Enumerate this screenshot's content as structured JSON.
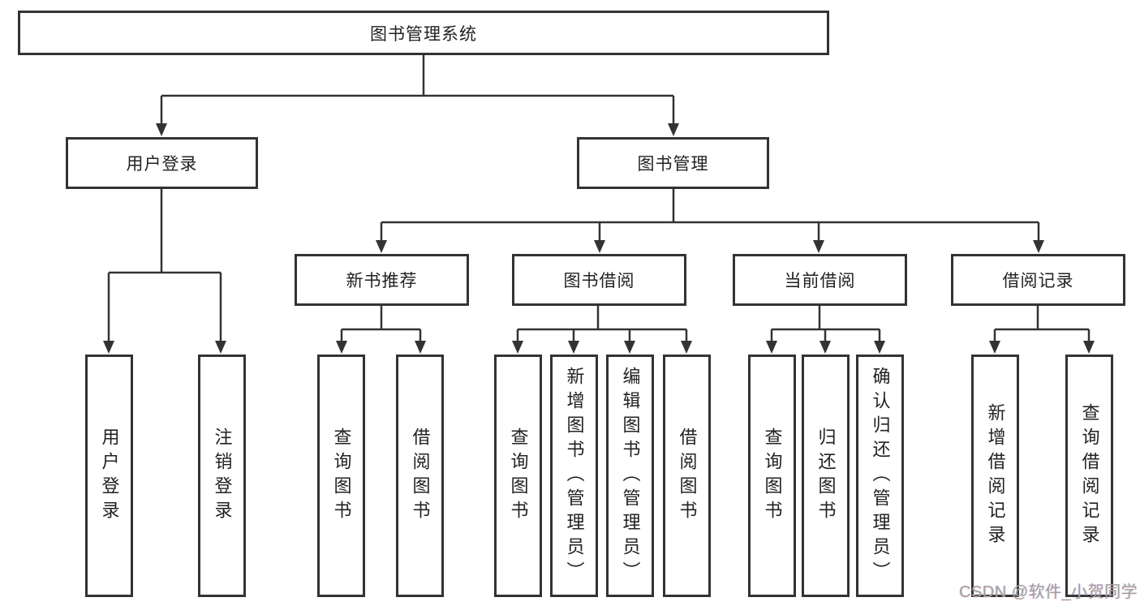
{
  "diagram": {
    "root": {
      "label": "图书管理系统"
    },
    "level2": [
      {
        "label": "用户登录"
      },
      {
        "label": "图书管理"
      }
    ],
    "level3": [
      {
        "label": "新书推荐"
      },
      {
        "label": "图书借阅"
      },
      {
        "label": "当前借阅"
      },
      {
        "label": "借阅记录"
      }
    ],
    "leaves": {
      "user_login": [
        {
          "label": "用户登录"
        },
        {
          "label": "注销登录"
        }
      ],
      "new_book_recommend": [
        {
          "label": "查询图书"
        },
        {
          "label": "借阅图书"
        }
      ],
      "book_borrow": [
        {
          "label": "查询图书"
        },
        {
          "label": "新增图书（管理员）"
        },
        {
          "label": "编辑图书（管理员）"
        },
        {
          "label": "借阅图书"
        }
      ],
      "current_borrow": [
        {
          "label": "查询图书"
        },
        {
          "label": "归还图书"
        },
        {
          "label": "确认归还（管理员）"
        }
      ],
      "borrow_records": [
        {
          "label": "新增借阅记录"
        },
        {
          "label": "查询借阅记录"
        }
      ]
    }
  },
  "watermark": {
    "text": "CSDN @软件_小贺同学"
  },
  "colors": {
    "line": "#333333",
    "text": "#222222",
    "background": "#ffffff",
    "watermark": "#a0a0a0"
  }
}
